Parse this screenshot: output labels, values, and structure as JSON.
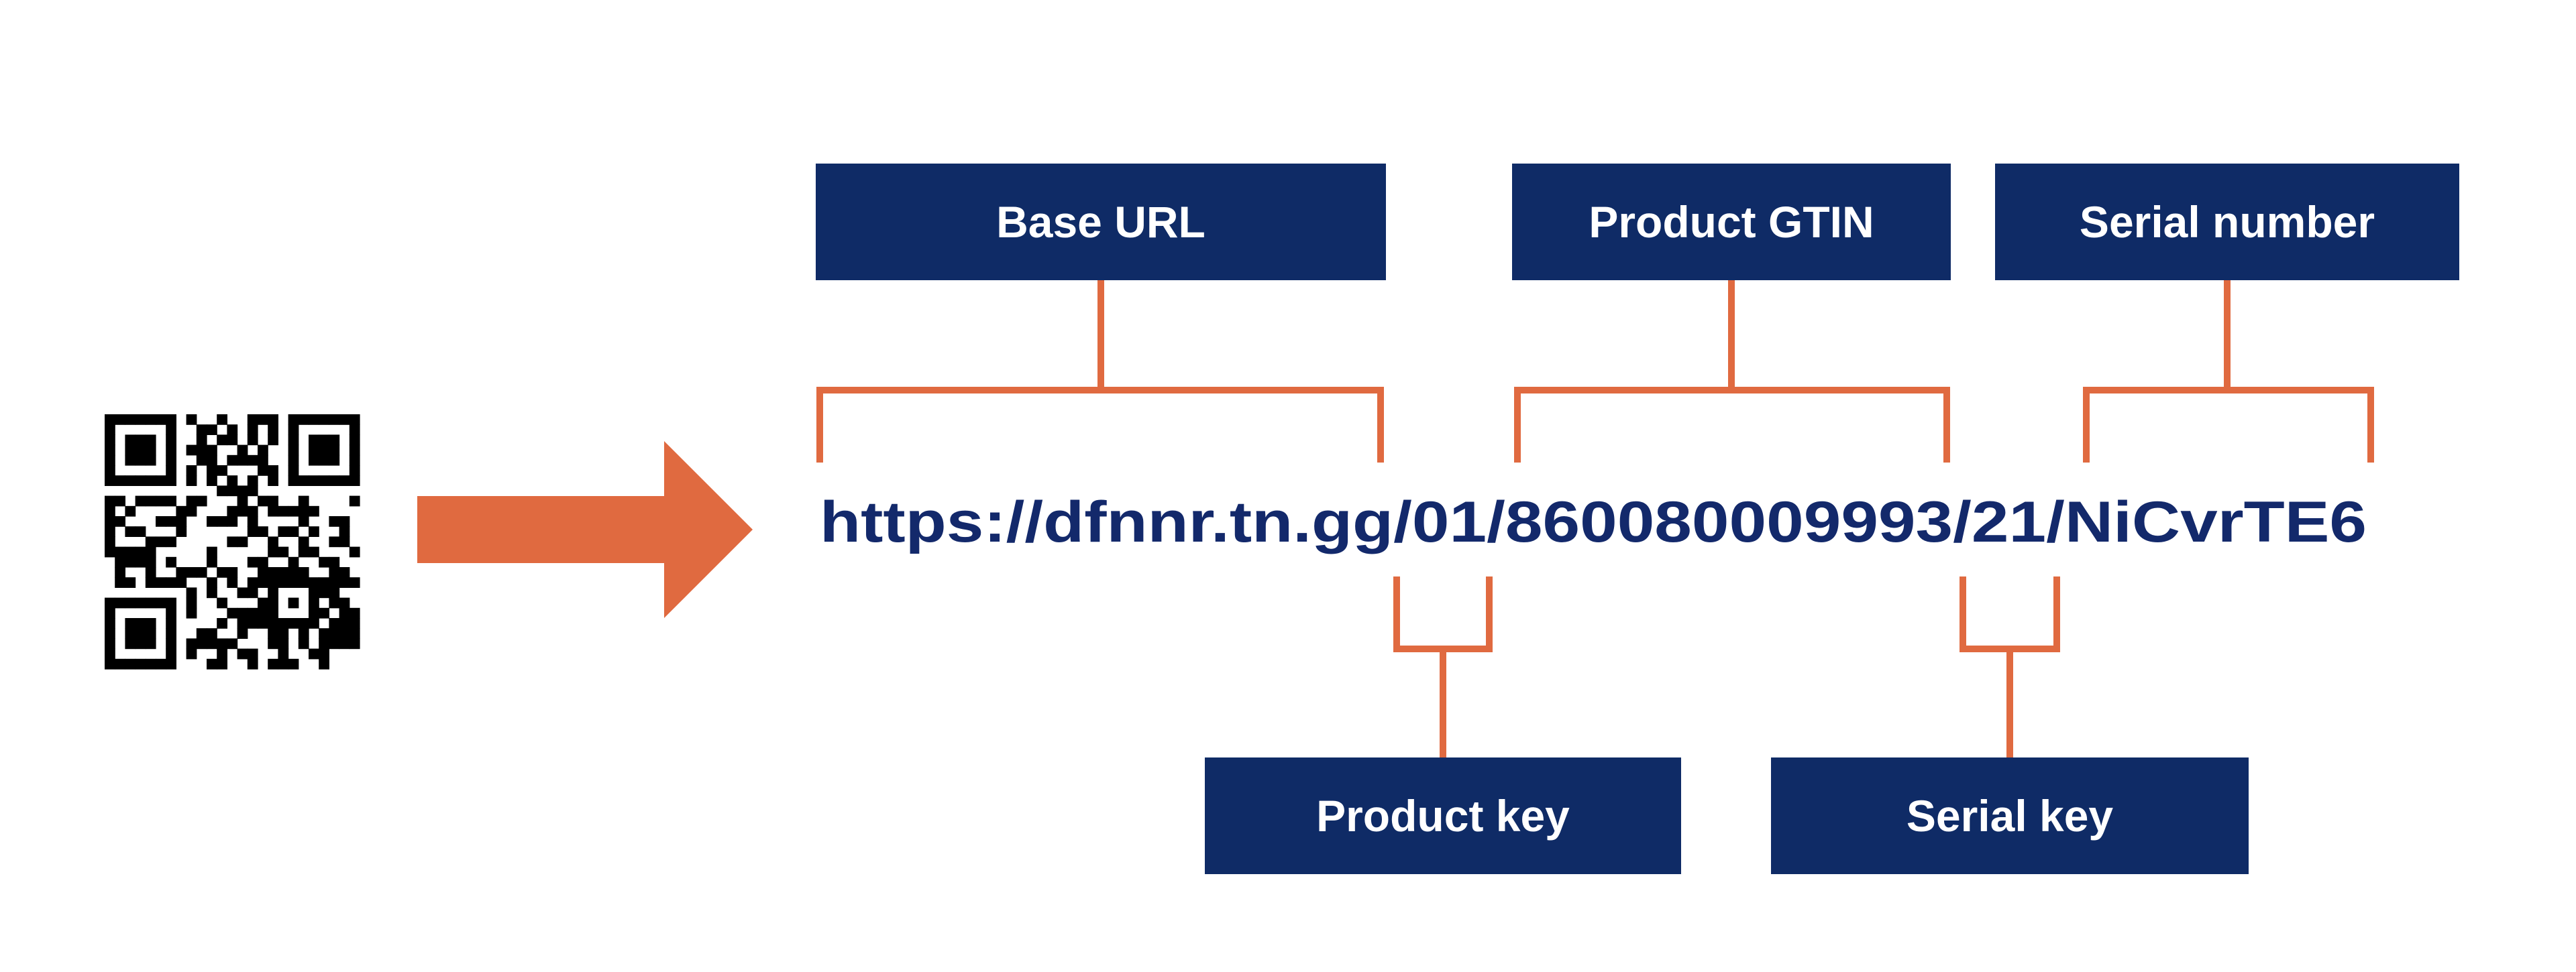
{
  "colors": {
    "box_fill": "#0f2b66",
    "box_text": "#ffffff",
    "url_text": "#13296b",
    "accent": "#e06a40",
    "qr": "#000000",
    "background": "#ffffff"
  },
  "qr_code": {
    "icon": "qr-code-icon"
  },
  "arrow": {
    "icon": "right-arrow-icon"
  },
  "url": {
    "full": "https://dfnnr.tn.gg/01/860080009993/21/NiCvrTE6",
    "segments": {
      "base": "https://dfnnr.tn.gg",
      "sep1": "/",
      "product_key": "01",
      "sep2": "/",
      "gtin": "860080009993",
      "sep3": "/",
      "serial_key": "21",
      "sep4": "/",
      "serial": "NiCvrTE6"
    }
  },
  "labels": {
    "base_url": "Base URL",
    "product_gtin": "Product GTIN",
    "serial_number": "Serial number",
    "product_key": "Product key",
    "serial_key": "Serial key"
  }
}
